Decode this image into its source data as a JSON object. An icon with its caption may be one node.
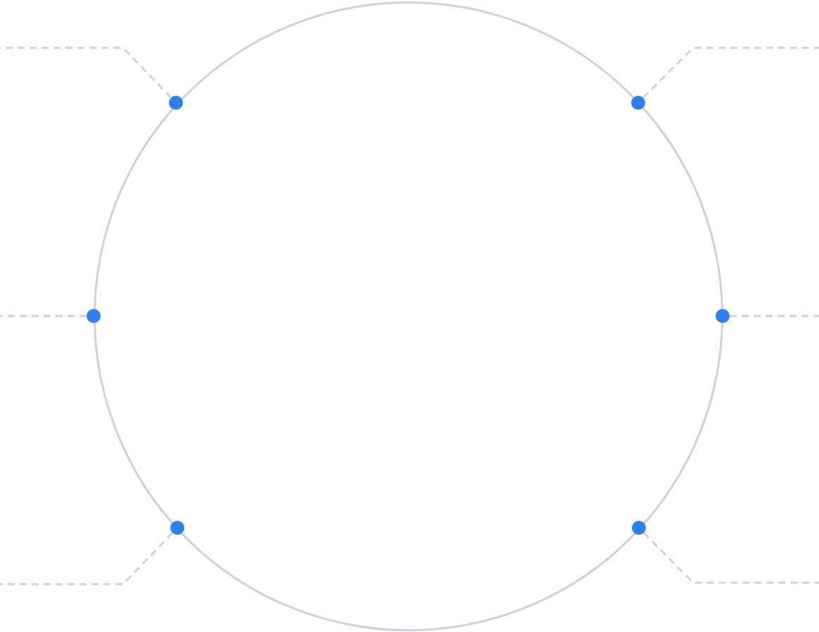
{
  "diagram": {
    "nodes": [
      {
        "text": [],
        "shape": "circle"
      },
      {
        "text": [],
        "shape": "circle"
      },
      {
        "text": [],
        "shape": "circle"
      },
      {
        "text": [],
        "shape": "circle"
      },
      {
        "text": [],
        "shape": "circle"
      },
      {
        "text": [],
        "shape": "circle"
      },
      {
        "text": [],
        "shape": "circle"
      }
    ],
    "edges": [
      {
        "from": 1,
        "to": null,
        "arrow": "none",
        "style": "dashed"
      },
      {
        "from": 2,
        "to": null,
        "arrow": "none",
        "style": "dashed"
      },
      {
        "from": 3,
        "to": null,
        "arrow": "none",
        "style": "dashed"
      },
      {
        "from": 4,
        "to": null,
        "arrow": "none",
        "style": "dashed"
      },
      {
        "from": 5,
        "to": null,
        "arrow": "none",
        "style": "dashed"
      },
      {
        "from": 6,
        "to": null,
        "arrow": "none",
        "style": "dashed"
      }
    ]
  }
}
